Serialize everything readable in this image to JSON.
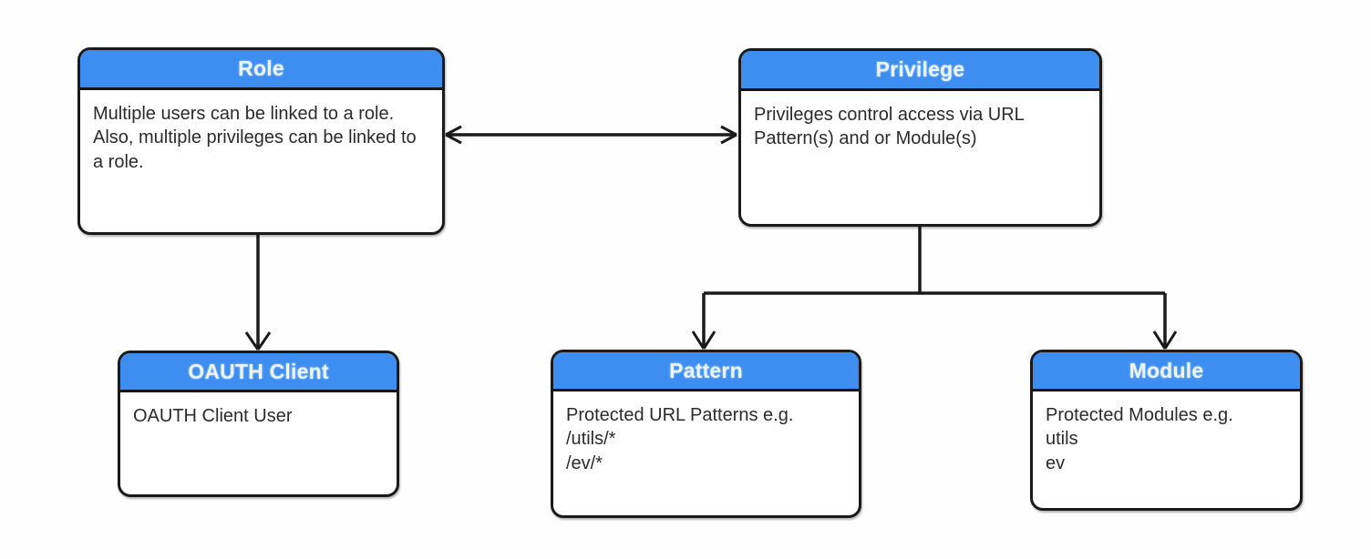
{
  "diagram": {
    "title": "Role / Privilege entity relationship diagram",
    "type": "entity-relationship",
    "background": "#ffffff",
    "header_color": "#3d8ef0",
    "header_text_color": "#eaf4ff",
    "border_color": "#1a1a1a",
    "body_text_color": "#2b2b2b"
  },
  "entities": [
    {
      "id": "role",
      "title": "Role",
      "body": "Multiple users can be linked to a role. Also, multiple privileges can be linked to a role."
    },
    {
      "id": "privilege",
      "title": "Privilege",
      "body": "Privileges control access via URL Pattern(s) and or Module(s)"
    },
    {
      "id": "oauth_client",
      "title": "OAUTH Client",
      "body": "OAUTH Client User"
    },
    {
      "id": "pattern",
      "title": "Pattern",
      "body": "Protected URL Patterns e.g.\n/utils/*\n/ev/*"
    },
    {
      "id": "module",
      "title": "Module",
      "body": "Protected Modules e.g.\nutils\nev"
    }
  ],
  "relationships": [
    {
      "id": "role-privilege",
      "from": "role",
      "to": "privilege",
      "from_cardinality": "many",
      "to_cardinality": "many"
    },
    {
      "id": "role-oauth",
      "from": "role",
      "to": "oauth_client",
      "from_cardinality": "one",
      "to_cardinality": "many"
    },
    {
      "id": "privilege-pattern",
      "from": "privilege",
      "to": "pattern",
      "from_cardinality": "one",
      "to_cardinality": "many"
    },
    {
      "id": "privilege-module",
      "from": "privilege",
      "to": "module",
      "from_cardinality": "one",
      "to_cardinality": "many"
    }
  ]
}
